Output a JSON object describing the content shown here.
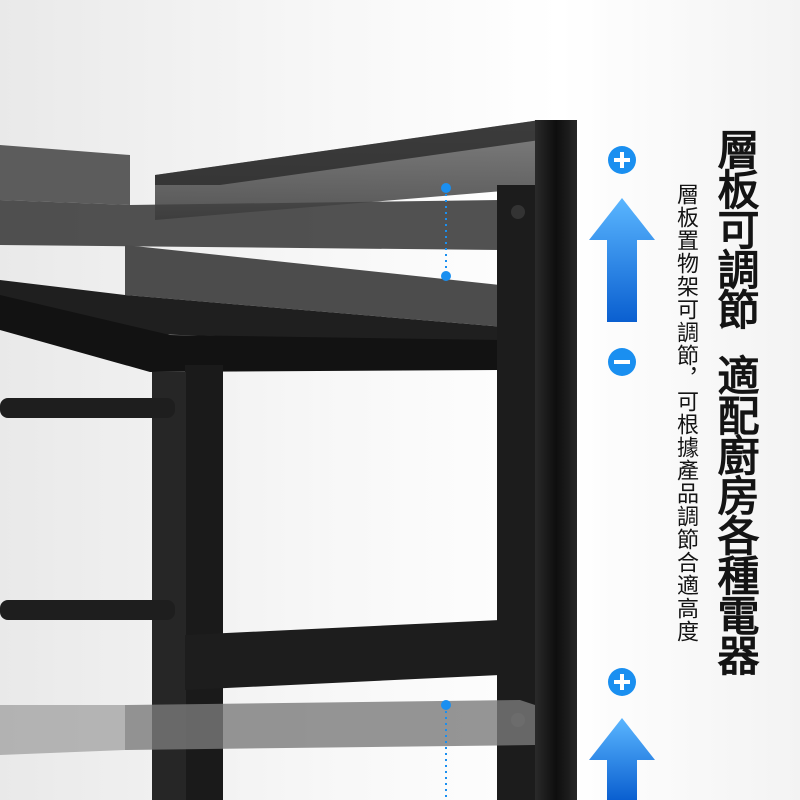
{
  "headline": {
    "line1": "層板可調節",
    "line2": "適配廚房各種電器"
  },
  "subtext": "層板置物架可調節，可根據產品調節合適高度",
  "icons": {
    "increase": "plus-circle-icon",
    "decrease": "minus-circle-icon",
    "direction": "up-arrow-icon"
  },
  "colors": {
    "accent_blue": "#1a8ff0",
    "frame_black": "#1b1b1b",
    "headline": "#141414"
  }
}
